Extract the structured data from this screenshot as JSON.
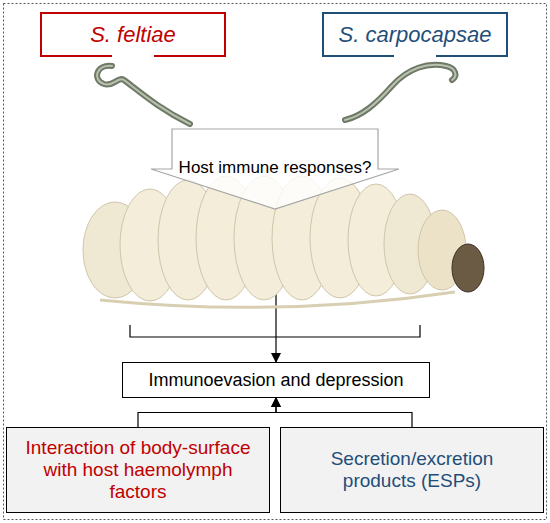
{
  "diagram": {
    "nodes": [
      {
        "text": [
          "S. feltiae"
        ]
      },
      {
        "text": [
          "S. carpocapsae"
        ]
      },
      {
        "text": [
          "Host immune responses?"
        ]
      },
      {
        "text": [
          "Immunoevasion and depression"
        ]
      },
      {
        "text": [
          "Interaction of body-surface with host haemolymph factors"
        ]
      },
      {
        "text": [
          "Secretion/excretion products (ESPs)"
        ]
      }
    ],
    "edges": [
      {
        "from": 2,
        "to": 3,
        "arrow": "to"
      },
      {
        "from": 4,
        "to": 3,
        "arrow": "to"
      },
      {
        "from": 5,
        "to": 3,
        "arrow": "to"
      }
    ]
  }
}
